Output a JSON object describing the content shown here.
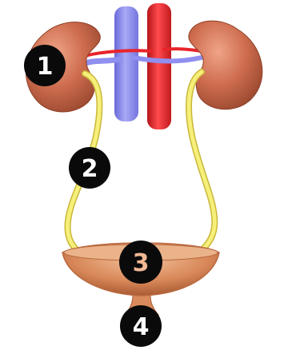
{
  "labels": [
    {
      "key": "kidney",
      "text": "1"
    },
    {
      "key": "ureter",
      "text": "2"
    },
    {
      "key": "bladder",
      "text": "3"
    },
    {
      "key": "urethra",
      "text": "4"
    }
  ],
  "colors": {
    "background": "#ffffff",
    "kidney": "#c9694b",
    "kidney_highlight": "#e9967a",
    "kidney_shadow": "#9c4a31",
    "vein": "#8f8ff0",
    "vein_shadow": "#6a6ad8",
    "artery": "#e8242a",
    "artery_shadow": "#b41418",
    "ureter": "#f6ef7a",
    "ureter_outline": "#c9b73a",
    "bladder": "#d98a5c",
    "bladder_inner": "#eab389",
    "bladder_rim": "#b9683e",
    "marker_fill": "#0a0a0a",
    "marker_text": "#ffffff",
    "marker_text_bladder": "#f1b894"
  },
  "icons": {
    "marker": "black-circle-number"
  }
}
